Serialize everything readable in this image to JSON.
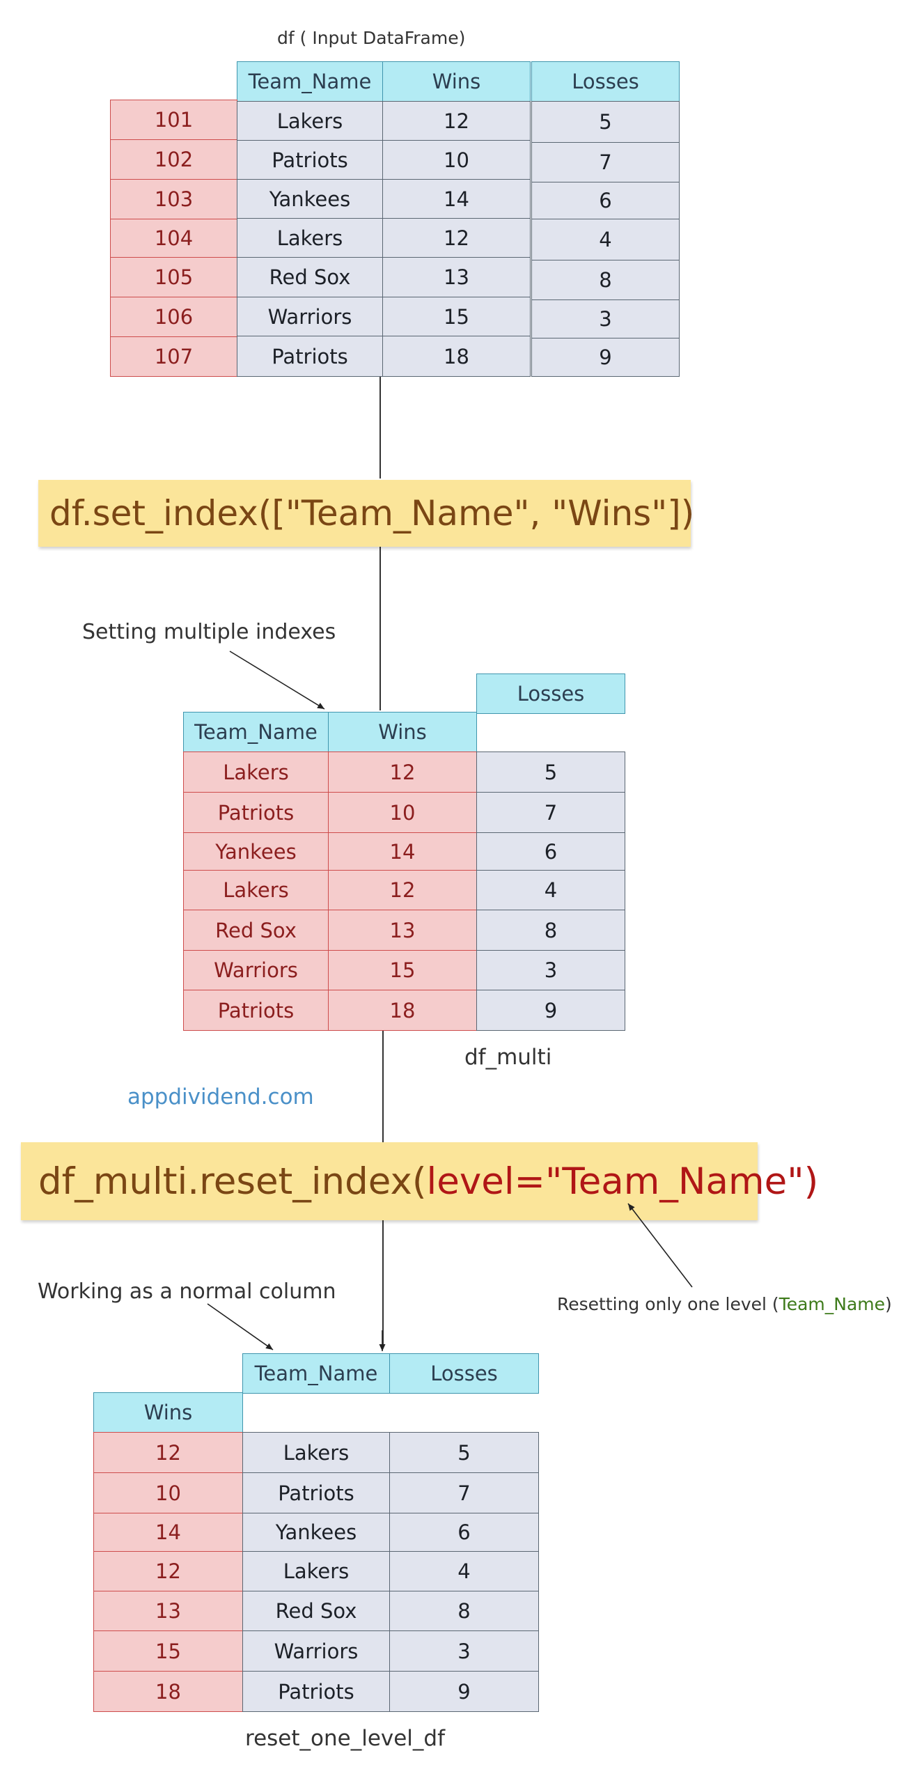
{
  "input_df": {
    "caption": "df ( Input DataFrame)",
    "columns": [
      "Team_Name",
      "Wins",
      "Losses"
    ],
    "index": [
      "101",
      "102",
      "103",
      "104",
      "105",
      "106",
      "107"
    ],
    "rows": [
      [
        "Lakers",
        "12",
        "5"
      ],
      [
        "Patriots",
        "10",
        "7"
      ],
      [
        "Yankees",
        "14",
        "6"
      ],
      [
        "Lakers",
        "12",
        "4"
      ],
      [
        "Red Sox",
        "13",
        "8"
      ],
      [
        "Warriors",
        "15",
        "3"
      ],
      [
        "Patriots",
        "18",
        "9"
      ]
    ]
  },
  "code1": "df.set_index([\"Team_Name\", \"Wins\"])",
  "annotation_multiple": "Setting multiple indexes",
  "multi_df": {
    "caption": "df_multi",
    "index_columns": [
      "Team_Name",
      "Wins"
    ],
    "value_column": "Losses",
    "rows": [
      [
        "Lakers",
        "12",
        "5"
      ],
      [
        "Patriots",
        "10",
        "7"
      ],
      [
        "Yankees",
        "14",
        "6"
      ],
      [
        "Lakers",
        "12",
        "4"
      ],
      [
        "Red Sox",
        "13",
        "8"
      ],
      [
        "Warriors",
        "15",
        "3"
      ],
      [
        "Patriots",
        "18",
        "9"
      ]
    ]
  },
  "watermark": "appdividend.com",
  "code2": {
    "prefix": "df_multi.reset_index(",
    "arg": "level=\"Team_Name\"",
    "suffix": ")"
  },
  "annotation_normal": "Working as a normal column",
  "annotation_reset": {
    "prefix": "Resetting only one level (",
    "highlight": "Team_Name",
    "suffix": ")"
  },
  "reset_df": {
    "caption": "reset_one_level_df",
    "index_column": "Wins",
    "columns": [
      "Team_Name",
      "Losses"
    ],
    "rows": [
      [
        "12",
        "Lakers",
        "5"
      ],
      [
        "10",
        "Patriots",
        "7"
      ],
      [
        "14",
        "Yankees",
        "6"
      ],
      [
        "12",
        "Lakers",
        "4"
      ],
      [
        "13",
        "Red Sox",
        "8"
      ],
      [
        "15",
        "Warriors",
        "3"
      ],
      [
        "18",
        "Patriots",
        "9"
      ]
    ]
  },
  "colors": {
    "header_fill": "#b3ebf4",
    "index_fill": "#f5cccc",
    "value_fill": "#e1e4ee",
    "code_fill": "#fbe59a",
    "code_text": "#7a4614",
    "code_arg": "#b01616",
    "watermark": "#4a90c8",
    "highlight_green": "#3d7a1a"
  }
}
